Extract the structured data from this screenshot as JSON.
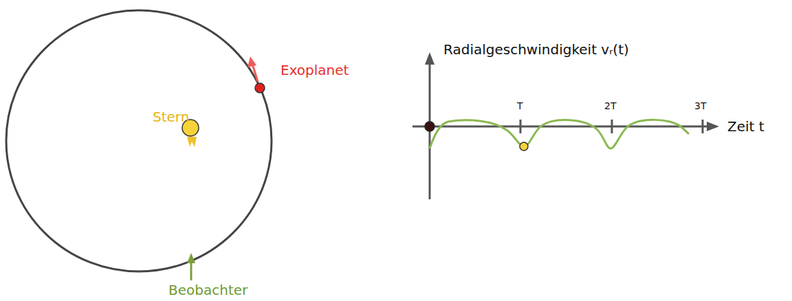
{
  "diagram": {
    "labels": [
      "Exoplanet",
      "Stern",
      "Beobachter",
      "Radialgeschwindigkeit vᵣ(t)",
      "T",
      "2T",
      "3T",
      "Zeit t"
    ]
  }
}
